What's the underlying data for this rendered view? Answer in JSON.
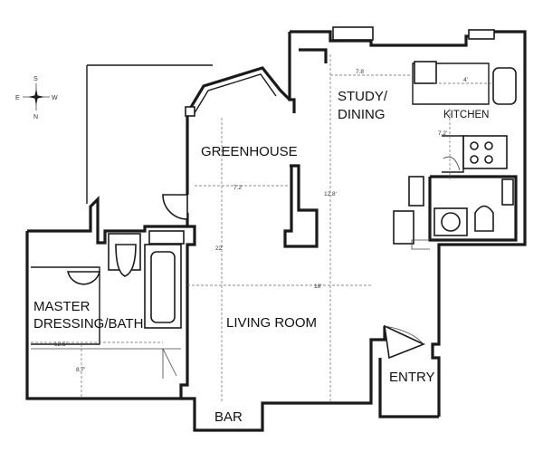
{
  "rooms": {
    "study": [
      "STUDY/",
      "DINING"
    ],
    "kitchen": "KITCHEN",
    "greenhouse": "GREENHOUSE",
    "master": [
      "MASTER",
      "DRESSING/BATH"
    ],
    "living": "LIVING ROOM",
    "entry": "ENTRY",
    "bar": "BAR"
  },
  "compass": {
    "north": "N",
    "south": "S",
    "east": "E",
    "west": "W"
  },
  "dimensions": {
    "study_width": "7.8",
    "kitchen_width": "4'",
    "kitchen_depth": "7.2'",
    "greenhouse_width": "7.2'",
    "study_length": "12.8'",
    "living_height": "22'",
    "living_width": "18'",
    "master_width": "12.5'",
    "master_depth": "8.7'"
  }
}
